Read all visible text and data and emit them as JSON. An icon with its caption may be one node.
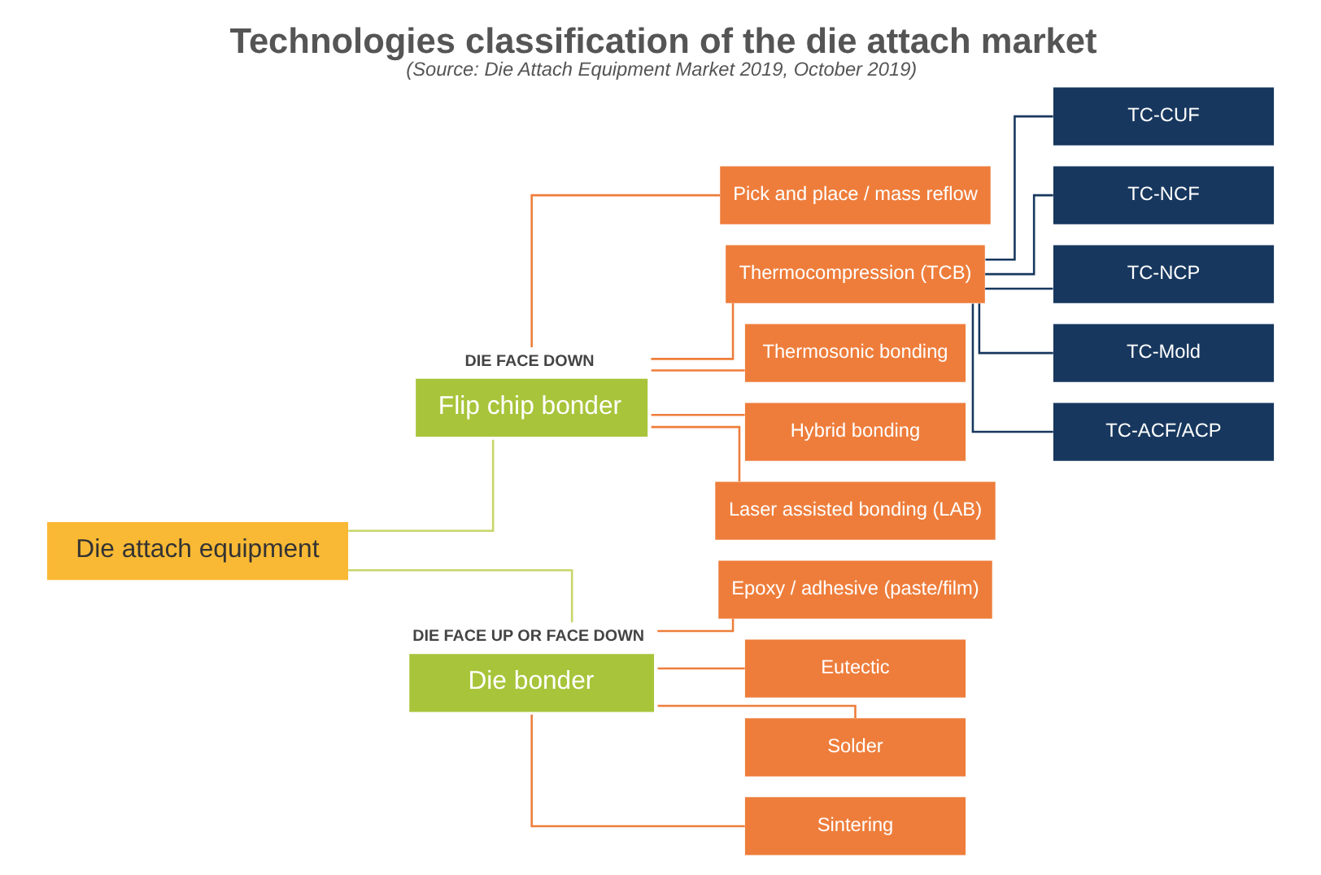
{
  "diagram": {
    "title": "Technologies classification of the die attach market",
    "caption": "(Source: Die Attach Equipment Market 2019, October 2019)",
    "nodes": [
      {
        "text": [
          "Die attach equipment"
        ]
      },
      {
        "text": [
          "Flip chip bonder"
        ],
        "beside": [
          "DIE FACE DOWN"
        ]
      },
      {
        "text": [
          "Die bonder"
        ],
        "beside": [
          "DIE FACE UP OR FACE DOWN"
        ]
      },
      {
        "text": [
          "Pick and place / mass reflow"
        ]
      },
      {
        "text": [
          "Thermocompression (TCB)"
        ]
      },
      {
        "text": [
          "Thermosonic bonding"
        ]
      },
      {
        "text": [
          "Hybrid bonding"
        ]
      },
      {
        "text": [
          "Laser assisted bonding (LAB)"
        ]
      },
      {
        "text": [
          "Epoxy / adhesive (paste/film)"
        ]
      },
      {
        "text": [
          "Eutectic"
        ]
      },
      {
        "text": [
          "Solder"
        ]
      },
      {
        "text": [
          "Sintering"
        ]
      },
      {
        "text": [
          "TC-CUF"
        ]
      },
      {
        "text": [
          "TC-NCF"
        ]
      },
      {
        "text": [
          "TC-NCP"
        ]
      },
      {
        "text": [
          "TC-Mold"
        ]
      },
      {
        "text": [
          "TC-ACF/ACP"
        ]
      }
    ],
    "edges": [
      {
        "from": 0,
        "to": 1,
        "arrow": "none",
        "color": "#c8d66a"
      },
      {
        "from": 0,
        "to": 2,
        "arrow": "none",
        "color": "#c8d66a"
      },
      {
        "from": 1,
        "to": 3,
        "arrow": "none"
      },
      {
        "from": 1,
        "to": 4,
        "arrow": "none"
      },
      {
        "from": 1,
        "to": 5,
        "arrow": "none"
      },
      {
        "from": 1,
        "to": 6,
        "arrow": "none"
      },
      {
        "from": 1,
        "to": 7,
        "arrow": "none"
      },
      {
        "from": 2,
        "to": 8,
        "arrow": "none"
      },
      {
        "from": 2,
        "to": 9,
        "arrow": "none"
      },
      {
        "from": 2,
        "to": 10,
        "arrow": "none"
      },
      {
        "from": 2,
        "to": 11,
        "arrow": "none"
      },
      {
        "from": 4,
        "to": 12,
        "arrow": "none",
        "color": "#17375e"
      },
      {
        "from": 4,
        "to": 13,
        "arrow": "none",
        "color": "#17375e"
      },
      {
        "from": 4,
        "to": 14,
        "arrow": "none",
        "color": "#17375e"
      },
      {
        "from": 4,
        "to": 15,
        "arrow": "none",
        "color": "#17375e"
      },
      {
        "from": 4,
        "to": 16,
        "arrow": "none",
        "color": "#17375e"
      }
    ]
  }
}
